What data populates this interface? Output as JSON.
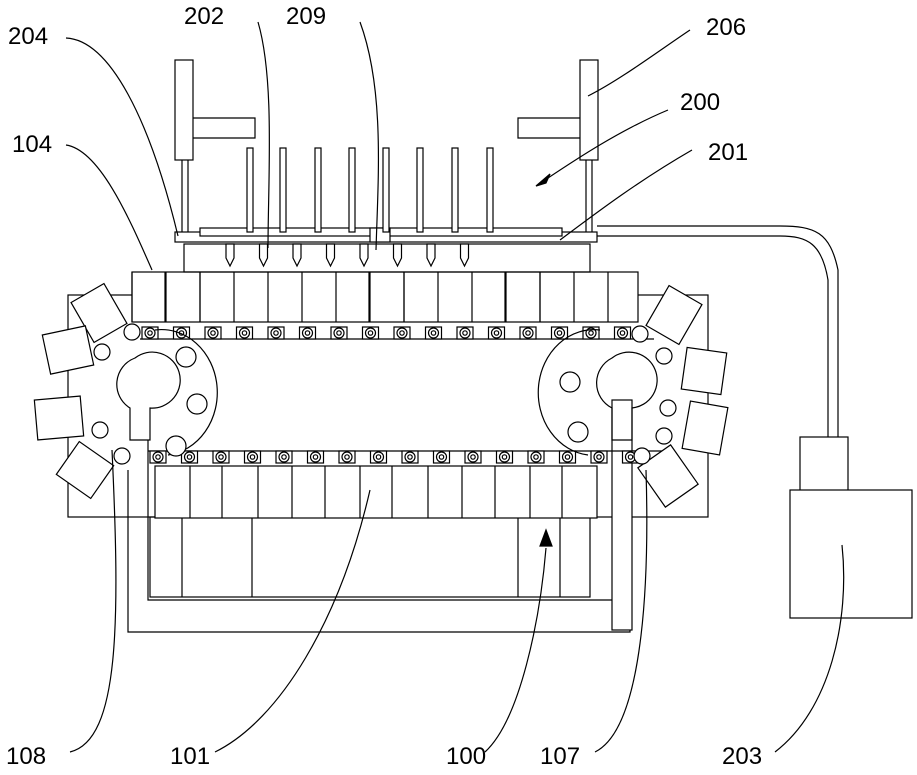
{
  "figure": {
    "labels": {
      "l204": "204",
      "l202": "202",
      "l209": "209",
      "l206": "206",
      "l200": "200",
      "l104": "104",
      "l201": "201",
      "l108": "108",
      "l101": "101",
      "l100": "100",
      "l107": "107",
      "l203": "203"
    }
  }
}
